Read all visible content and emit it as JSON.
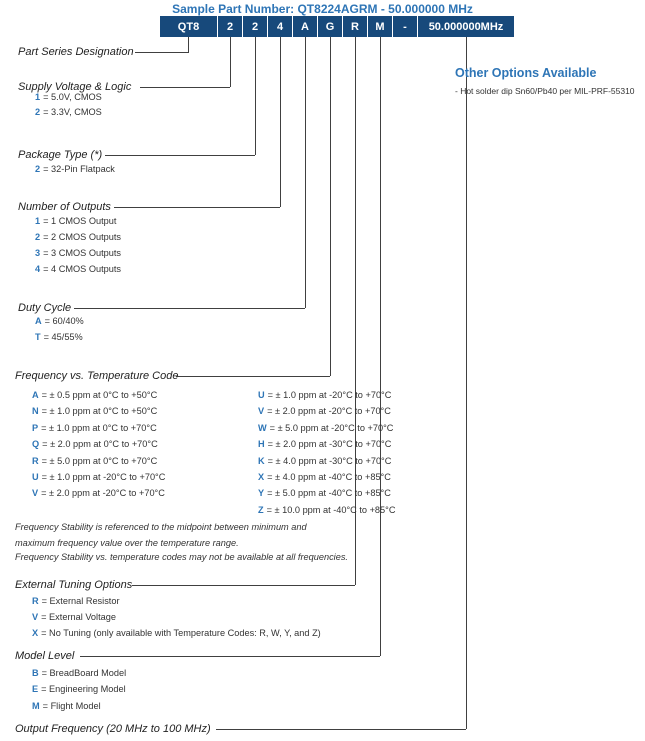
{
  "title": "Sample Part Number: QT8224AGRM - 50.000000 MHz",
  "part_number": {
    "segments": [
      "QT8",
      "2",
      "2",
      "4",
      "A",
      "G",
      "R",
      "M",
      "-",
      "50.000000MHz"
    ]
  },
  "sections": {
    "series": {
      "heading": "Part Series Designation"
    },
    "supply": {
      "heading": "Supply Voltage & Logic",
      "items": [
        {
          "code": "1",
          "desc": "= 5.0V, CMOS"
        },
        {
          "code": "2",
          "desc": "= 3.3V, CMOS"
        }
      ]
    },
    "package": {
      "heading": "Package Type (*)",
      "items": [
        {
          "code": "2",
          "desc": "= 32-Pin Flatpack"
        }
      ]
    },
    "outputs": {
      "heading": "Number of Outputs",
      "items": [
        {
          "code": "1",
          "desc": "= 1 CMOS Output"
        },
        {
          "code": "2",
          "desc": "= 2 CMOS Outputs"
        },
        {
          "code": "3",
          "desc": "= 3 CMOS Outputs"
        },
        {
          "code": "4",
          "desc": "= 4 CMOS Outputs"
        }
      ]
    },
    "duty": {
      "heading": "Duty Cycle",
      "items": [
        {
          "code": "A",
          "desc": "= 60/40%"
        },
        {
          "code": "T",
          "desc": "= 45/55%"
        }
      ]
    },
    "freq_temp": {
      "heading": "Frequency vs. Temperature Code",
      "left_items": [
        {
          "code": "A",
          "desc": "= ± 0.5 ppm at 0°C to +50°C"
        },
        {
          "code": "N",
          "desc": "= ± 1.0 ppm at 0°C to +50°C"
        },
        {
          "code": "P",
          "desc": "= ± 1.0 ppm at 0°C to +70°C"
        },
        {
          "code": "Q",
          "desc": "= ± 2.0 ppm at 0°C to +70°C"
        },
        {
          "code": "R",
          "desc": "= ± 5.0 ppm at 0°C to +70°C"
        },
        {
          "code": "U",
          "desc": "= ± 1.0 ppm at -20°C to +70°C"
        },
        {
          "code": "V",
          "desc": "= ± 2.0 ppm at -20°C to +70°C"
        }
      ],
      "right_items": [
        {
          "code": "U",
          "desc": "= ± 1.0 ppm at -20°C to +70°C"
        },
        {
          "code": "V",
          "desc": "= ± 2.0 ppm at -20°C to +70°C"
        },
        {
          "code": "W",
          "desc": "= ± 5.0 ppm at -20°C to +70°C"
        },
        {
          "code": "H",
          "desc": "= ± 2.0 ppm at -30°C to +70°C"
        },
        {
          "code": "K",
          "desc": "= ± 4.0 ppm at -30°C to +70°C"
        },
        {
          "code": "X",
          "desc": "= ± 4.0 ppm at -40°C to +85°C"
        },
        {
          "code": "Y",
          "desc": "= ± 5.0 ppm at -40°C to +85°C"
        },
        {
          "code": "Z",
          "desc": "= ± 10.0 ppm at -40°C to +85°C"
        }
      ],
      "note1": "Frequency Stability is referenced to the midpoint between minimum and maximum frequency value over the temperature range.",
      "note2": "Frequency Stability vs. temperature codes may not be available at all frequencies."
    },
    "tuning": {
      "heading": "External Tuning Options",
      "items": [
        {
          "code": "R",
          "desc": "= External Resistor"
        },
        {
          "code": "V",
          "desc": "= External Voltage"
        },
        {
          "code": "X",
          "desc": "= No Tuning (only available with Temperature Codes: R, W, Y, and Z)"
        }
      ]
    },
    "model": {
      "heading": "Model Level",
      "items": [
        {
          "code": "B",
          "desc": "= BreadBoard Model"
        },
        {
          "code": "E",
          "desc": "= Engineering Model"
        },
        {
          "code": "M",
          "desc": "= Flight Model"
        }
      ]
    },
    "output_freq": {
      "heading": "Output Frequency (20 MHz to 100 MHz)"
    }
  },
  "other_options": {
    "heading": "Other Options Available",
    "items": [
      "- Hot solder dip Sn60/Pb40 per MIL-PRF-55310"
    ]
  },
  "colors": {
    "navy": "#17497b",
    "blue": "#2e75b6",
    "line": "#404040"
  }
}
